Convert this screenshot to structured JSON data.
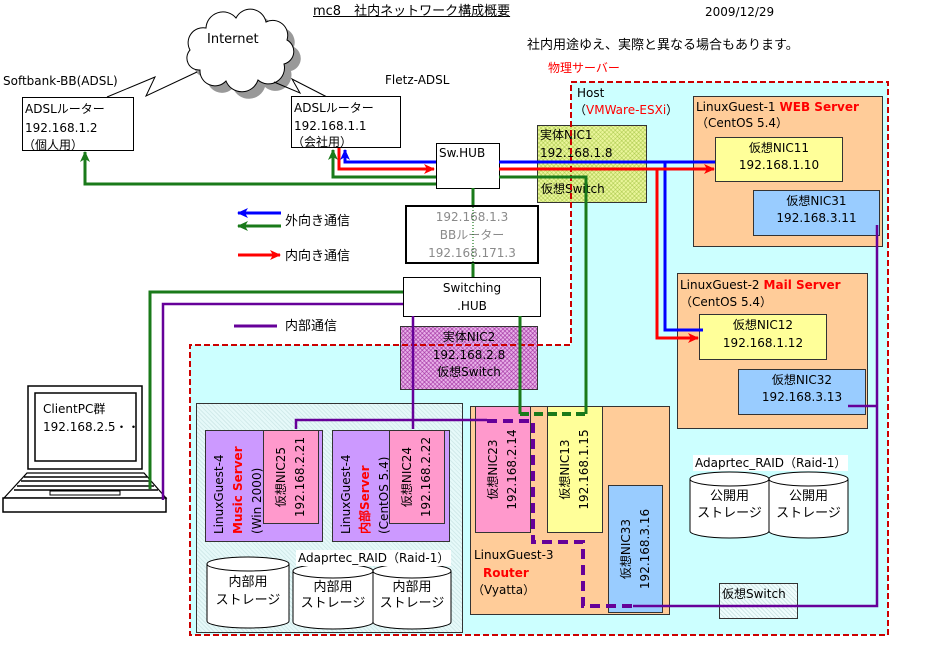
{
  "header": {
    "title": "mc8　社内ネットワーク構成概要",
    "date": "2009/12/29",
    "disclaimer": "社内用途ゆえ、実際と異なる場合もあります。"
  },
  "internet": {
    "label": "Internet"
  },
  "isp_links": {
    "softbank": "Softbank-BB(ADSL)",
    "fletz": "Fletz-ADSL"
  },
  "adsl_routers": [
    {
      "name": "ADSLルーター",
      "ip": "192.168.1.2",
      "usage": "（個人用）"
    },
    {
      "name": "ADSLルーター",
      "ip": "192.168.1.1",
      "usage": "（会社用）"
    }
  ],
  "sw_hub": {
    "label": "Sw.HUB"
  },
  "bb_router": {
    "ip_lan": "192.168.1.3",
    "name": "BBルーター",
    "ip_wan": "192.168.171.3"
  },
  "switching_hub": {
    "line1": "Switching",
    "line2": ".HUB"
  },
  "legend": {
    "outbound": "外向き通信",
    "inbound": "内向き通信",
    "internal": "内部通信"
  },
  "physical_server": {
    "label": "物理サーバー",
    "host": "Host",
    "paren_open": "（",
    "hypervisor": "VMWare-ESXi",
    "paren_close": "）"
  },
  "physical_nics": [
    {
      "name": "実体NIC1",
      "ip": "192.168.1.8",
      "vswitch": "仮想Switch"
    },
    {
      "name": "実体NIC2",
      "ip": "192.168.2.8",
      "vswitch": "仮想Switch"
    }
  ],
  "guests": {
    "web": {
      "name": "LinuxGuest-1",
      "role": "WEB Server",
      "os": "（CentOS 5.4）",
      "nics": [
        {
          "name": "仮想NIC11",
          "ip": "192.168.1.10"
        },
        {
          "name": "仮想NIC31",
          "ip": "192.168.3.11"
        }
      ]
    },
    "mail": {
      "name": "LinuxGuest-2",
      "role": "Mail Server",
      "os": "（CentOS 5.4）",
      "nics": [
        {
          "name": "仮想NIC12",
          "ip": "192.168.1.12"
        },
        {
          "name": "仮想NIC32",
          "ip": "192.168.3.13"
        }
      ]
    },
    "router": {
      "name": "LinuxGuest-3",
      "role": "Router",
      "os": "（Vyatta）",
      "nics": [
        {
          "name": "仮想NIC23",
          "ip": "192.168.2.14"
        },
        {
          "name": "仮想NIC13",
          "ip": "192.168.1.15"
        },
        {
          "name": "仮想NIC33",
          "ip": "192.168.3.16"
        }
      ]
    },
    "music": {
      "name": "LinuxGuest-4",
      "role": "Music Server",
      "os": "(Win 2000)",
      "nics": [
        {
          "name": "仮想NIC25",
          "ip": "192.168.2.21"
        }
      ]
    },
    "internal": {
      "name": "LinuxGuest-4",
      "role": "内部Server",
      "os": "(CentOS 5.4)",
      "nics": [
        {
          "name": "仮想NIC24",
          "ip": "192.168.2.22"
        }
      ]
    }
  },
  "storage": {
    "internal": {
      "standalone": {
        "line1": "内部用",
        "line2": "ストレージ"
      },
      "raid_label": "Adaprtec_RAID（Raid-1）",
      "raid_disks": [
        {
          "line1": "内部用",
          "line2": "ストレージ"
        },
        {
          "line1": "内部用",
          "line2": "ストレージ"
        }
      ]
    },
    "public": {
      "raid_label": "Adaprtec_RAID（Raid-1）",
      "raid_disks": [
        {
          "line1": "公開用",
          "line2": "ストレージ"
        },
        {
          "line1": "公開用",
          "line2": "ストレージ"
        }
      ]
    }
  },
  "internal_vswitch": {
    "label": "仮想Switch"
  },
  "client": {
    "name": "ClientPC群",
    "ip": "192.168.2.5・・"
  },
  "colors": {
    "outbound_blue": "#0000ff",
    "outbound_green": "#1a7a1a",
    "inbound_red": "#ff0000",
    "internal_purple": "#660099",
    "physical_server_border": "#cc0000",
    "physical_server_fill": "#ccffff",
    "server_role_text": "#ff0000",
    "guest_box": "#ffcc99",
    "nic_lan1": "#ffff99",
    "nic_lan3": "#99ccff",
    "nic_lan2": "#ff99cc",
    "guest4_box": "#cc99ff"
  }
}
